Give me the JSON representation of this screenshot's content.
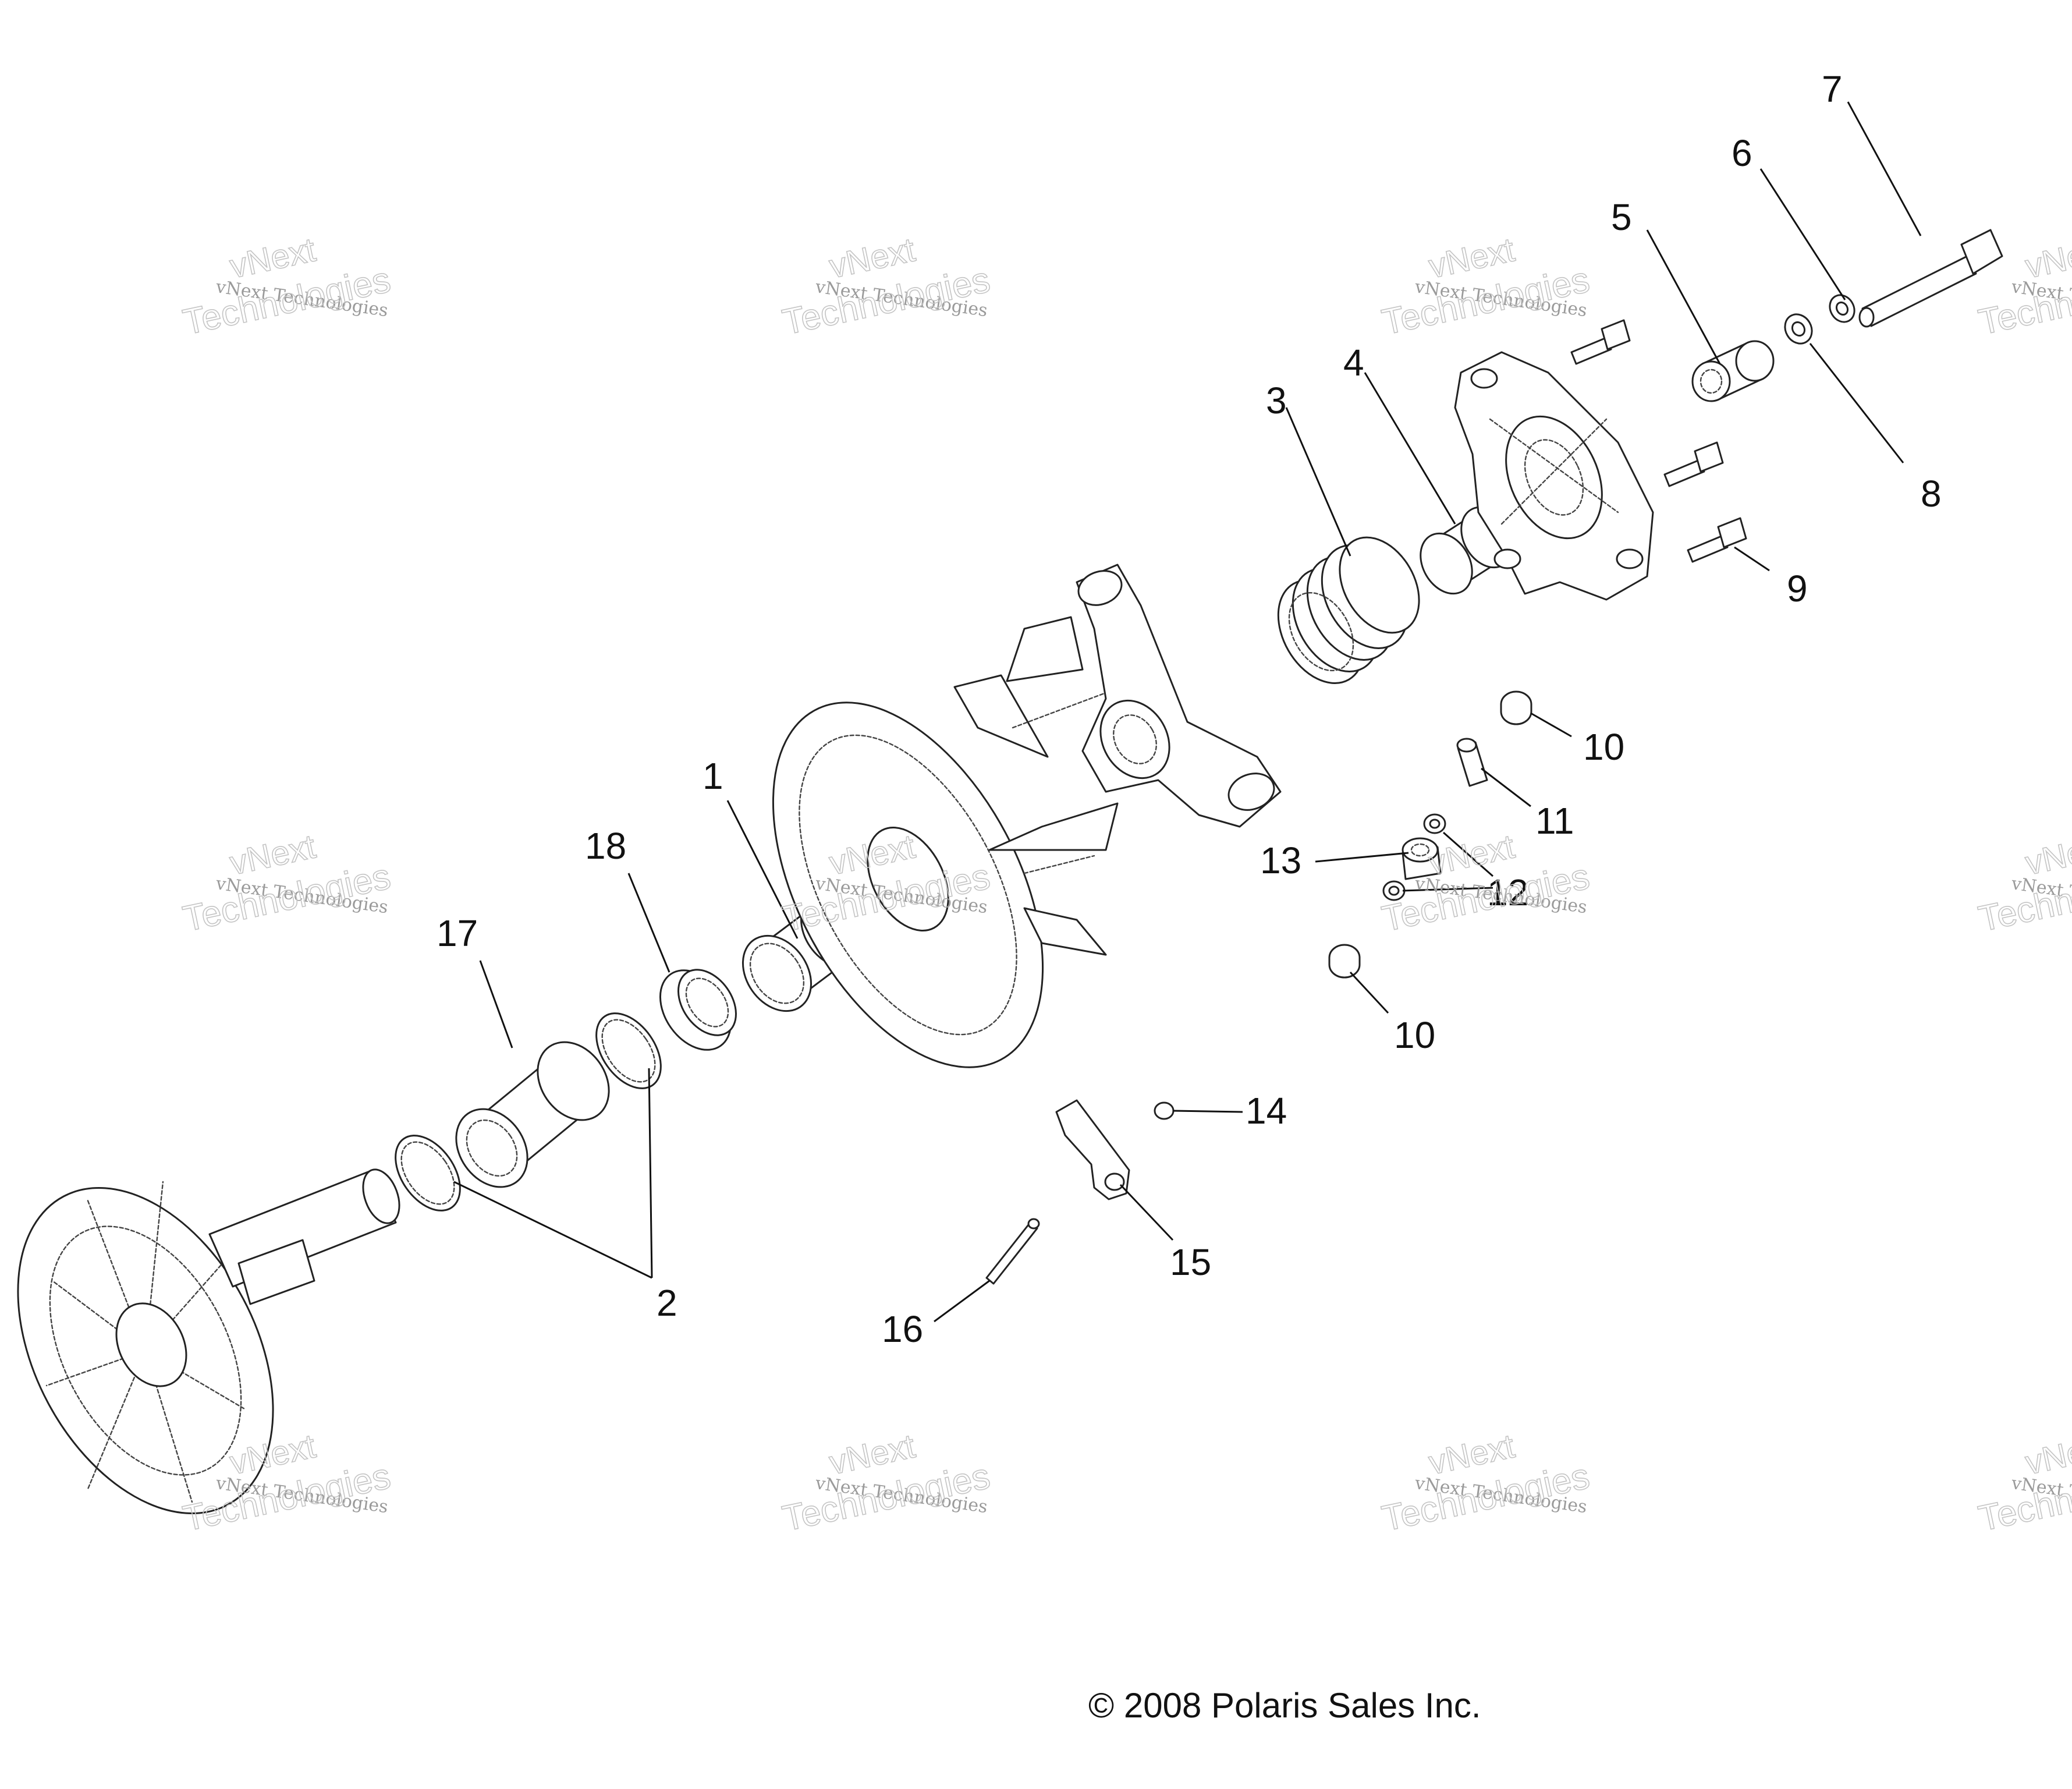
{
  "copyright": "© 2008 Polaris Sales Inc.",
  "watermark": {
    "line1": "vNext",
    "line2": "vNext Technologies",
    "line3": "Technologies"
  },
  "callouts": [
    {
      "id": "1",
      "label": "1"
    },
    {
      "id": "2",
      "label": "2"
    },
    {
      "id": "3",
      "label": "3"
    },
    {
      "id": "4",
      "label": "4"
    },
    {
      "id": "5",
      "label": "5"
    },
    {
      "id": "6",
      "label": "6"
    },
    {
      "id": "7",
      "label": "7"
    },
    {
      "id": "8",
      "label": "8"
    },
    {
      "id": "9",
      "label": "9"
    },
    {
      "id": "10a",
      "label": "10"
    },
    {
      "id": "10b",
      "label": "10"
    },
    {
      "id": "11",
      "label": "11"
    },
    {
      "id": "12",
      "label": "12"
    },
    {
      "id": "13",
      "label": "13"
    },
    {
      "id": "14",
      "label": "14"
    },
    {
      "id": "15",
      "label": "15"
    },
    {
      "id": "16",
      "label": "16"
    },
    {
      "id": "17",
      "label": "17"
    },
    {
      "id": "18",
      "label": "18"
    }
  ]
}
